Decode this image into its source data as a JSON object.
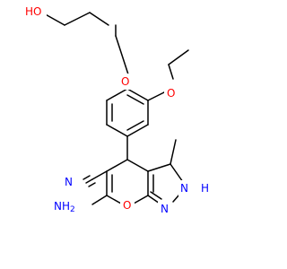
{
  "molecule": {
    "atoms": {
      "ho": "HO",
      "o_ether_top": "O",
      "o_ether_side": "O",
      "n_nitrile": "N",
      "nh2": "NH",
      "nh2_sub": "2",
      "o_ring": "O",
      "n_ring": "N",
      "nh_ring": "N",
      "h_ring": "H"
    },
    "colors": {
      "oxygen": "#ff0000",
      "nitrogen": "#0000ff",
      "bond": "#000000",
      "background": "#ffffff"
    }
  }
}
